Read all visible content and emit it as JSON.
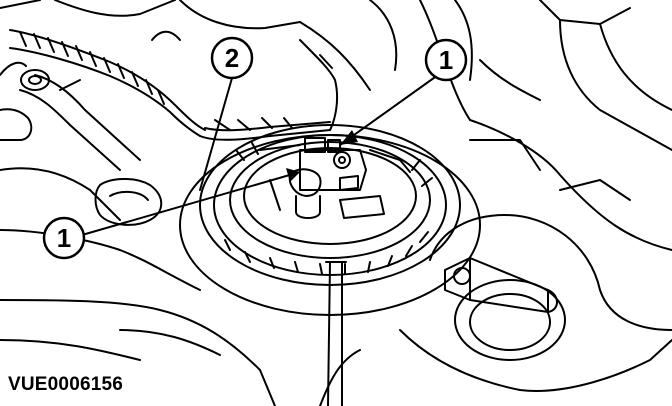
{
  "figure_id": "VUE0006156",
  "callouts": [
    {
      "label": "1"
    },
    {
      "label": "2"
    },
    {
      "label": "1"
    }
  ],
  "colors": {
    "ink": "#000000",
    "paper": "#ffffff"
  }
}
